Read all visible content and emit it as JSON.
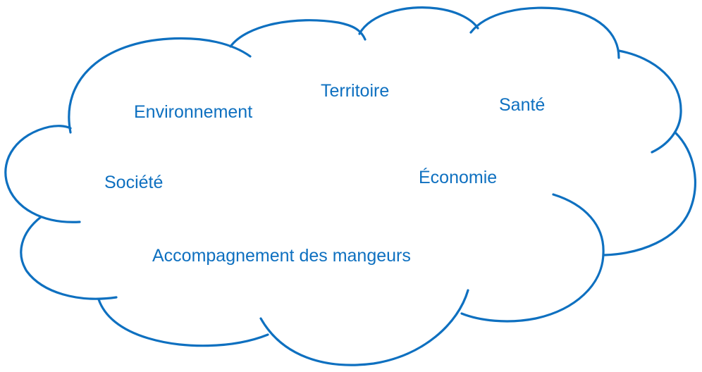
{
  "colors": {
    "accent": "#0e70c0",
    "background": "#ffffff"
  },
  "words": {
    "environnement": "Environnement",
    "territoire": "Territoire",
    "sante": "Santé",
    "societe": "Société",
    "economie": "Économie",
    "accompagnement": "Accompagnement des mangeurs"
  }
}
